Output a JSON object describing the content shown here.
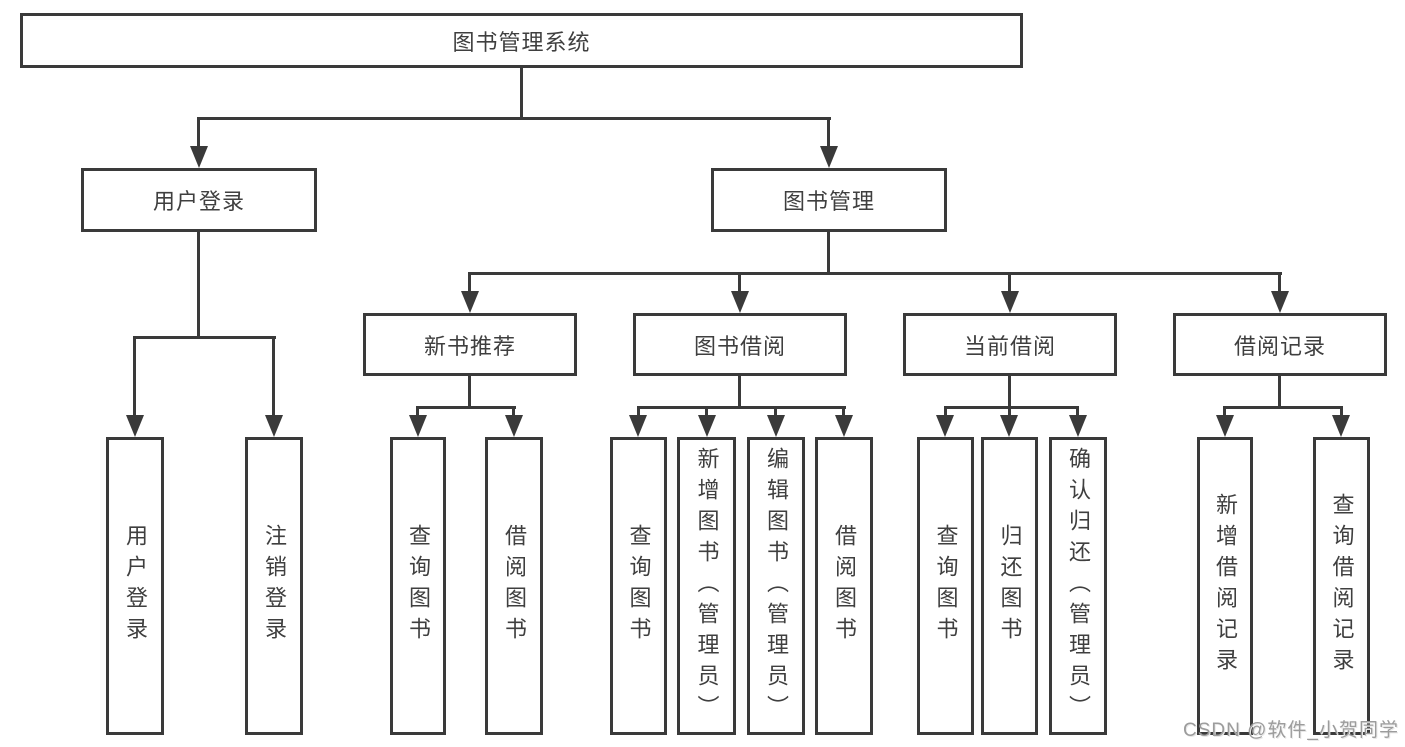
{
  "tree": {
    "root": {
      "label": "图书管理系统"
    },
    "branches": [
      {
        "label": "用户登录",
        "children": [
          "用户登录",
          "注销登录"
        ]
      },
      {
        "label": "图书管理",
        "sections": [
          {
            "label": "新书推荐",
            "children": [
              "查询图书",
              "借阅图书"
            ]
          },
          {
            "label": "图书借阅",
            "children": [
              "查询图书",
              "新增图书（管理员）",
              "编辑图书（管理员）",
              "借阅图书"
            ]
          },
          {
            "label": "当前借阅",
            "children": [
              "查询图书",
              "归还图书",
              "确认归还（管理员）"
            ]
          },
          {
            "label": "借阅记录",
            "children": [
              "新增借阅记录",
              "查询借阅记录"
            ]
          }
        ]
      }
    ]
  },
  "watermark": {
    "text": "CSDN @软件_小贺同学"
  },
  "colors": {
    "line": "#3a3a3a",
    "text": "#3f3f3f",
    "watermark": "#9c9c9c",
    "background": "#ffffff"
  }
}
